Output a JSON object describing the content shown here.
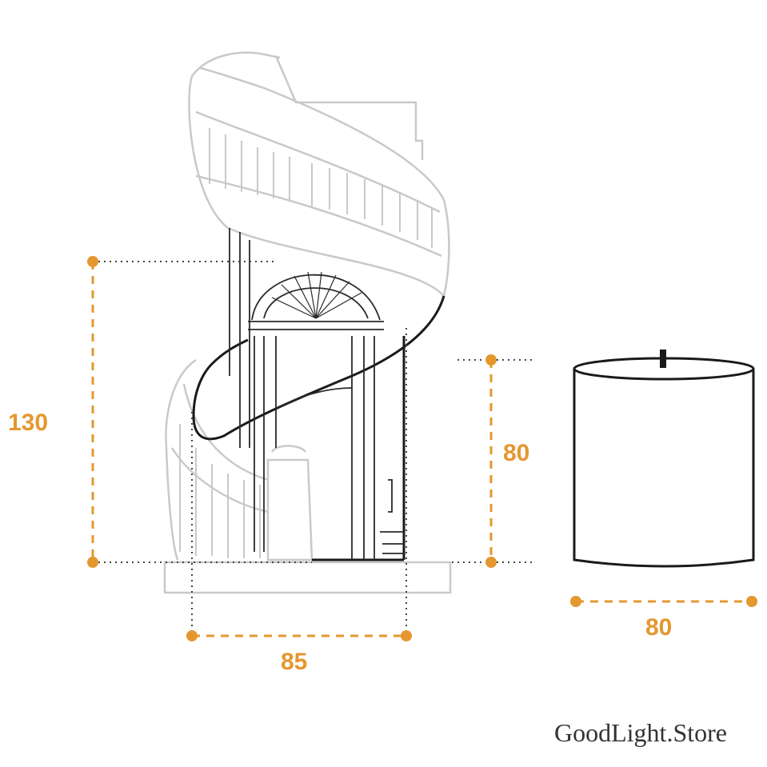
{
  "dimensions": {
    "overall_height": "130",
    "candle_height": "80",
    "staircase_width": "85",
    "candle_width": "80"
  },
  "watermark": "GoodLight.Store",
  "colors": {
    "dimension": "#e5972f",
    "faded_drawing": "#c9c9c9",
    "outline": "#1a1a1a"
  },
  "icons": {
    "staircase": "spiral-staircase-drawing",
    "candle": "cylinder-candle-drawing"
  }
}
